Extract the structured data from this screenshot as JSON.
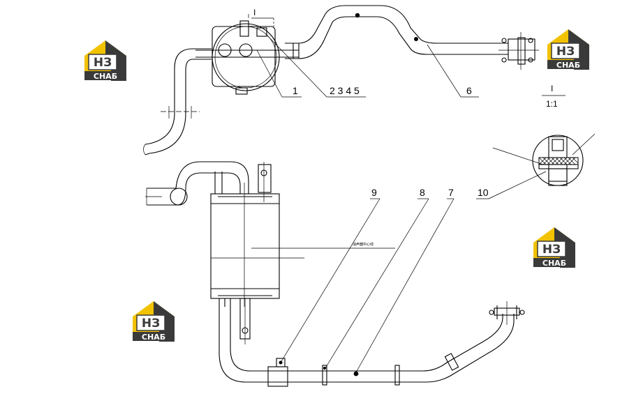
{
  "callouts": {
    "c1": "1",
    "c2345": "2 3 4 5",
    "c6": "6",
    "c7": "7",
    "c8": "8",
    "c9": "9",
    "c10": "10",
    "detail_mark": "I",
    "detail_mark_top": "I",
    "detail_scale": "1:1"
  },
  "center_note": "消声器中心线",
  "logo": {
    "big": "НЗ",
    "small": "СНАБ",
    "colors": {
      "yellow": "#f2c200",
      "dark": "#3a3a3a",
      "white": "#ffffff"
    }
  }
}
